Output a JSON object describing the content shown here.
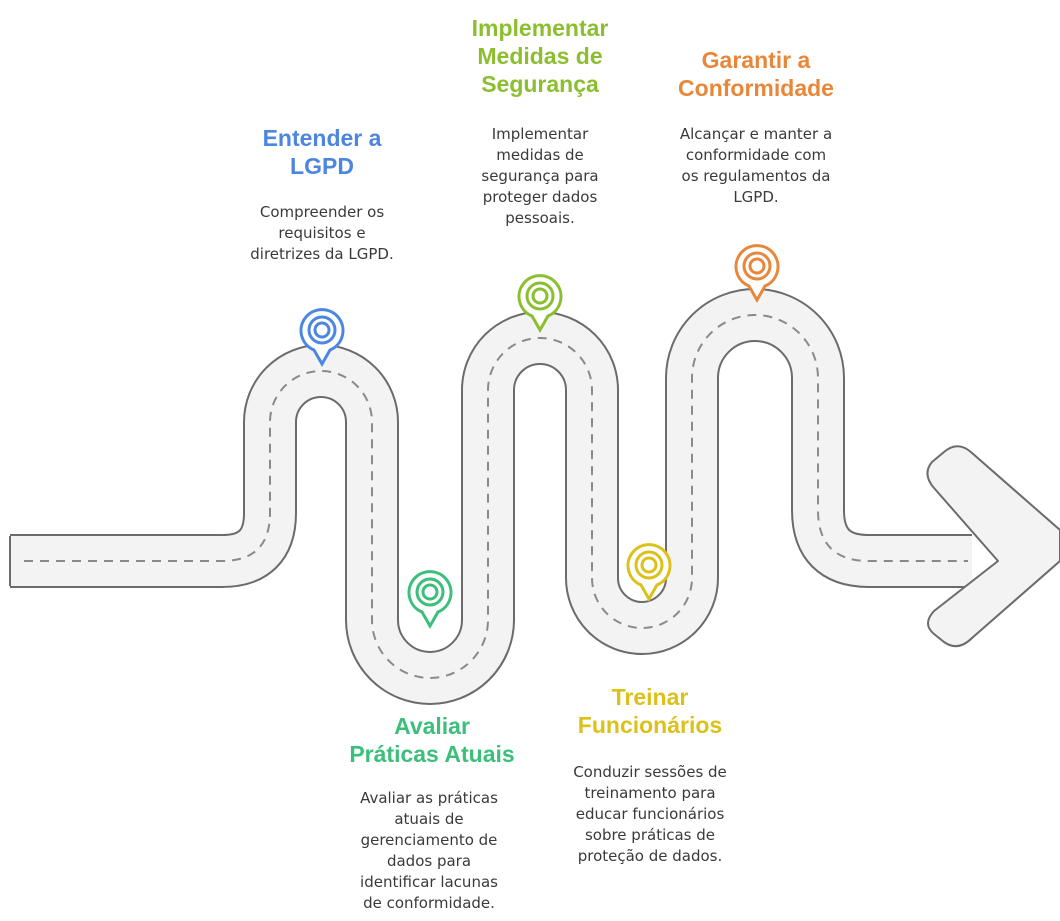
{
  "steps": [
    {
      "id": "entender",
      "color": "#4c86e0",
      "icon": "location-pin-icon",
      "title": [
        "Entender a",
        "LGPD"
      ],
      "description": [
        "Compreender os",
        "requisitos e",
        "diretrizes da LGPD."
      ]
    },
    {
      "id": "avaliar",
      "color": "#3cbf7a",
      "icon": "location-pin-icon",
      "title": [
        "Avaliar",
        "Práticas Atuais"
      ],
      "description": [
        "Avaliar as práticas",
        "atuais de",
        "gerenciamento de",
        "dados para",
        "identificar lacunas",
        "de conformidade."
      ]
    },
    {
      "id": "implementar",
      "color": "#8cbf2f",
      "icon": "location-pin-icon",
      "title": [
        "Implementar",
        "Medidas de",
        "Segurança"
      ],
      "description": [
        "Implementar",
        "medidas de",
        "segurança para",
        "proteger dados",
        "pessoais."
      ]
    },
    {
      "id": "treinar",
      "color": "#dcc11a",
      "icon": "location-pin-icon",
      "title": [
        "Treinar",
        "Funcionários"
      ],
      "description": [
        "Conduzir sessões de",
        "treinamento para",
        "educar funcionários",
        "sobre práticas de",
        "proteção de dados."
      ]
    },
    {
      "id": "garantir",
      "color": "#e8873a",
      "icon": "location-pin-icon",
      "title": [
        "Garantir a",
        "Conformidade"
      ],
      "description": [
        "Alcançar e manter a",
        "conformidade com",
        "os regulamentos da",
        "LGPD."
      ]
    }
  ],
  "road": {
    "fill": "#f3f3f3",
    "edge": "#6b6b6b",
    "dash": "#8a8a8a",
    "arrow_icon": "arrow-right-icon"
  }
}
